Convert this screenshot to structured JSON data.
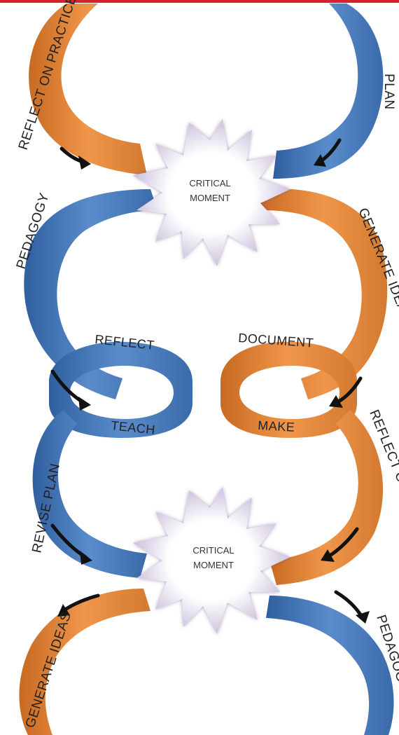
{
  "colors": {
    "top_bar": "#d3212f",
    "orange": "#e8883a",
    "orange_dark": "#c86a22",
    "blue": "#4f7fbf",
    "blue_dark": "#2f5f9f",
    "arrow": "#111111"
  },
  "critical_moments": [
    {
      "line1": "CRITICAL",
      "line2": "MOMENT"
    },
    {
      "line1": "CRITICAL",
      "line2": "MOMENT"
    }
  ],
  "labels": {
    "reflect_on_practice_top": "REFLECT ON PRACTICE",
    "plan": "PLAN",
    "pedagogy_left": "PEDAGOGY",
    "generate_ideas_right": "GENERATE IDEAS",
    "reflect": "REFLECT",
    "document": "DOCUMENT",
    "teach": "TEACH",
    "make": "MAKE",
    "revise_plan": "REVISE PLAN",
    "reflect_on_practice_bottom": "REFLECT ON PRACTICE",
    "generate_ideas_bottom": "GENERATE IDEAS",
    "pedagogy_bottom": "PEDAGOGY"
  }
}
